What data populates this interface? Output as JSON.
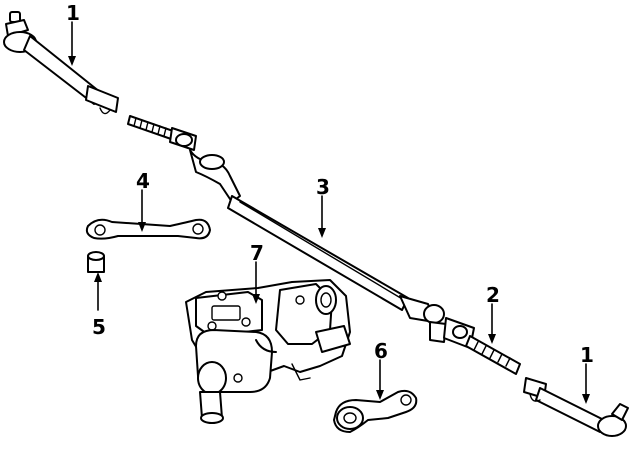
{
  "diagram": {
    "callouts": [
      {
        "id": "tie-rod-end-left",
        "label": "1"
      },
      {
        "id": "tie-rod-end-right",
        "label": "1"
      },
      {
        "id": "adjuster-sleeve",
        "label": "2"
      },
      {
        "id": "center-link",
        "label": "3"
      },
      {
        "id": "idler-arm",
        "label": "4"
      },
      {
        "id": "bushing",
        "label": "5"
      },
      {
        "id": "pitman-arm",
        "label": "6"
      },
      {
        "id": "steering-gear",
        "label": "7"
      }
    ]
  }
}
